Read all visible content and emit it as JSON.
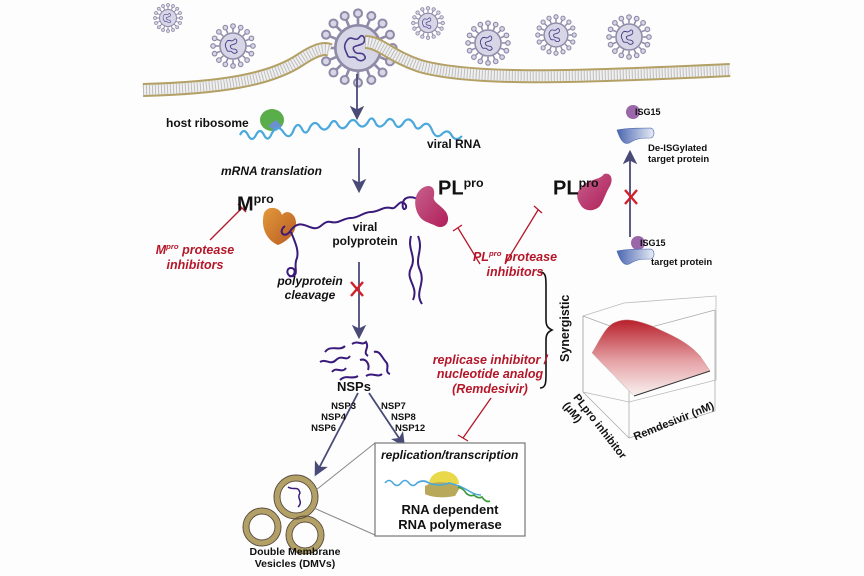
{
  "labels": {
    "host_ribosome": "host ribosome",
    "viral_rna": "viral RNA",
    "mrna_translation": "mRNA translation",
    "mpro_base": "M",
    "mpro_sup": "pro",
    "plpro_base": "PL",
    "plpro_sup": "pro",
    "viral_polyprotein_line1": "viral",
    "viral_polyprotein_line2": "polyprotein",
    "polyprotein_cleavage_line1": "polyprotein",
    "polyprotein_cleavage_line2": "cleavage",
    "mpro_inhibitors_base": "M",
    "mpro_inhibitors_sup": "pro",
    "mpro_inhibitors_rest": " protease",
    "mpro_inhibitors_line2": "inhibitors",
    "plpro_inhibitors_base": "PL",
    "plpro_inhibitors_sup": "pro",
    "plpro_inhibitors_rest": " protease",
    "plpro_inhibitors_line2": "inhibitors",
    "nsps": "NSPs",
    "nsp_left": [
      "NSP3",
      "NSP4",
      "NSP6"
    ],
    "nsp_right": [
      "NSP7",
      "NSP8",
      "NSP12"
    ],
    "replication_title": "replication/transcription",
    "rdrp_line1": "RNA dependent",
    "rdrp_line2": "RNA polymerase",
    "dmv_line1": "Double Membrane",
    "dmv_line2": "Vesicles (DMVs)",
    "replicase_line1": "replicase inhibitor /",
    "replicase_line2": "nucleotide analog",
    "replicase_line3": "(Remdesivir)",
    "synergistic": "Synergistic",
    "isg15_top": "ISG15",
    "deisgylated_line1": "De-ISGylated",
    "deisgylated_line2": "target protein",
    "isg15_bottom": "ISG15",
    "target_protein": "target protein",
    "plot_axis_x": "Remdesivir (nM)",
    "plot_axis_y_line1": "PLpro inhibitor",
    "plot_axis_y_line2": "(µM)"
  },
  "colors": {
    "virus": "#8f8aa8",
    "virus_fill": "#d7d6e6",
    "membrane": "#b3a064",
    "arrow": "#4a4a78",
    "inhibitor_red": "#b5172a",
    "rna_blue": "#4aa8dc",
    "polyprotein": "#3a1a7a",
    "mpro": "#d8782a",
    "plpro": "#b8306a",
    "ribosome": "#5aae4a",
    "isg15": "#9a68a8",
    "target_protein": "#6e88c8",
    "polymerase": "#e8d84a",
    "surface_peak": "#b8202a"
  }
}
